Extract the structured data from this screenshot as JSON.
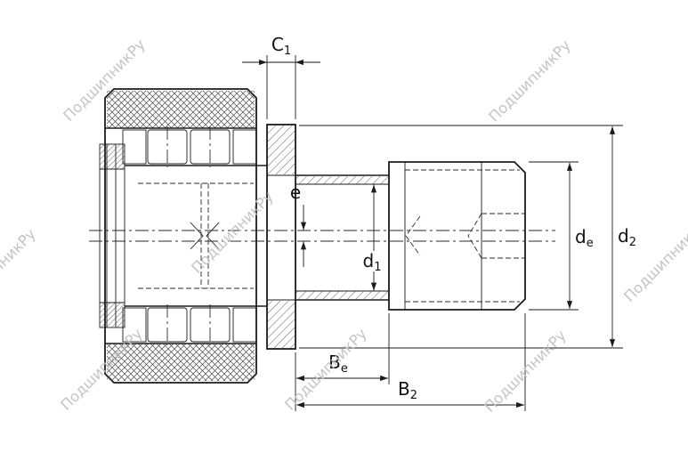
{
  "watermark": {
    "text": "ПодшипникРу"
  },
  "dimensions": {
    "c1": {
      "base": "C",
      "sub": "1"
    },
    "e": {
      "base": "e",
      "sub": ""
    },
    "d1": {
      "base": "d",
      "sub": "1"
    },
    "de": {
      "base": "d",
      "sub": "e"
    },
    "d2": {
      "base": "d",
      "sub": "2"
    },
    "be": {
      "base": "B",
      "sub": "e"
    },
    "b2": {
      "base": "B",
      "sub": "2"
    }
  }
}
